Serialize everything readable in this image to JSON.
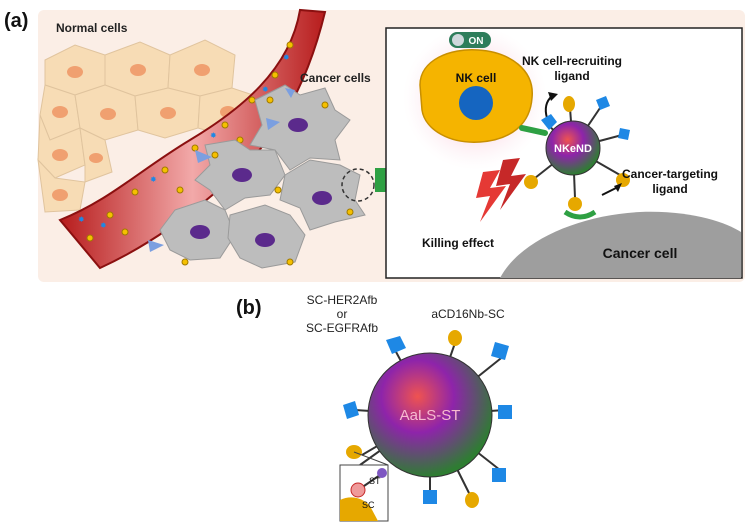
{
  "panel_a": {
    "tag": "(a)",
    "normal_cells": "Normal cells",
    "cancer_cells": "Cancer cells",
    "nk_cell": "NK cell",
    "on_badge": "ON",
    "nk_ligand": [
      "NK cell-recruiting",
      "ligand"
    ],
    "nkend": "NKeND",
    "cancer_ligand": [
      "Cancer-targeting",
      "ligand"
    ],
    "killing": "Killing effect",
    "cancer_cell": "Cancer cell"
  },
  "panel_b": {
    "tag": "(b)",
    "left_label": [
      "SC-HER2Afb",
      "or",
      "SC-EGFRAfb"
    ],
    "right_label": "aCD16Nb-SC",
    "core": "AaLS-ST",
    "inset_st": "ST",
    "inset_sc": "SC"
  },
  "colors": {
    "panel_bg": "#fbeee6",
    "vessel": "#b2182b",
    "normal_cell": "#f7dcb5",
    "nucleus_normal": "#f0a070",
    "cancer_cell": "#bdbdbd",
    "cancer_nucleus": "#5b2a8c",
    "nk_cell": "#f5b400",
    "nk_nucleus": "#1565c0",
    "arrow_green": "#2ea043",
    "ligand_blue": "#1e88e5",
    "ligand_yellow": "#e6a800"
  }
}
